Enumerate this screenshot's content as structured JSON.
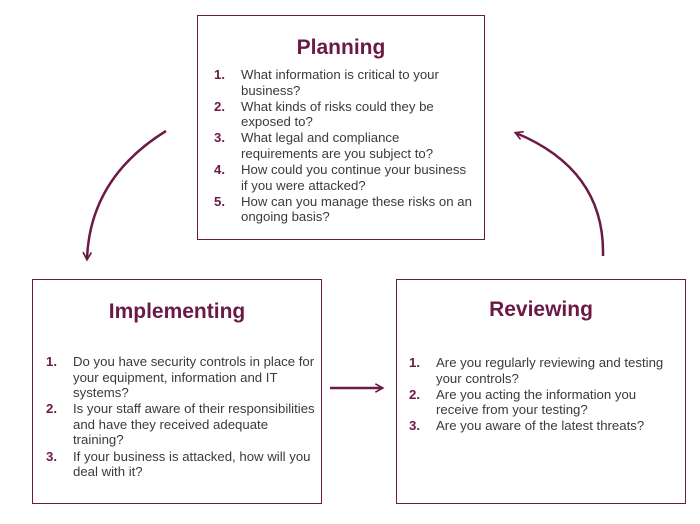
{
  "colors": {
    "accent": "#6b1a45",
    "text": "#3a3a3a"
  },
  "planning": {
    "title": "Planning",
    "items": [
      {
        "num": "1.",
        "text": "What information is critical to your business?"
      },
      {
        "num": "2.",
        "text": "What kinds of risks could they be exposed to?"
      },
      {
        "num": "3.",
        "text": "What legal and compliance requirements are you subject to?"
      },
      {
        "num": "4.",
        "text": "How could you continue your business if you were attacked?"
      },
      {
        "num": "5.",
        "text": "How can you manage these risks on an ongoing basis?"
      }
    ]
  },
  "implementing": {
    "title": "Implementing",
    "items": [
      {
        "num": "1.",
        "text": "Do you have security controls in place for your equipment, information and IT systems?"
      },
      {
        "num": "2.",
        "text": "Is your staff aware of their responsibilities and have they received adequate training?"
      },
      {
        "num": "3.",
        "text": "If your business is attacked, how will you deal with it?"
      }
    ]
  },
  "reviewing": {
    "title": "Reviewing",
    "items": [
      {
        "num": "1.",
        "text": "Are you regularly reviewing and testing your controls?"
      },
      {
        "num": "2.",
        "text": "Are you acting the information you receive from your testing?"
      },
      {
        "num": "3.",
        "text": "Are you aware of the latest threats?"
      }
    ]
  }
}
